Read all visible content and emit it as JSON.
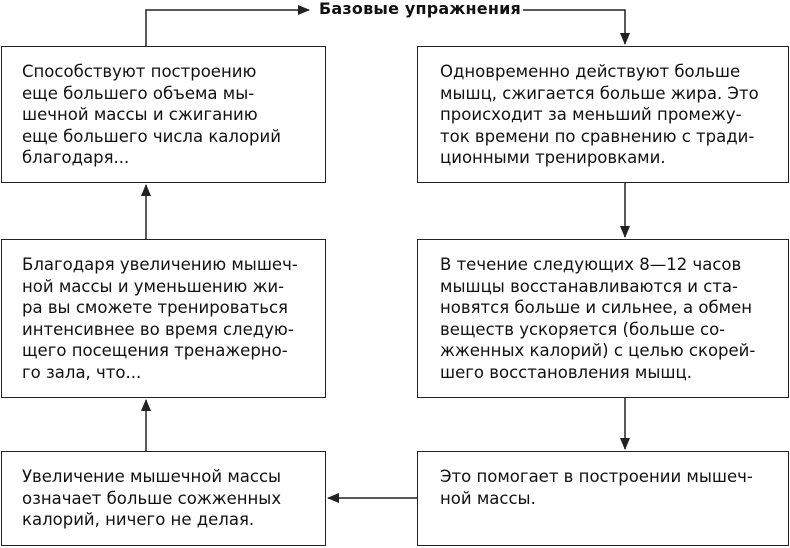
{
  "title": "Базовые упражнения",
  "boxes": {
    "left_top": "Способствуют построению\nеще большего объема мы-\nшечной массы и сжиганию\nеще большего числа калорий\nблагодаря...",
    "left_mid": "Благодаря увеличению мышеч-\nной массы и уменьшению жи-\nра вы сможете тренироваться\nинтенсивнее во время следую-\nщего посещения тренажерно-\nго зала, что...",
    "left_bottom": "Увеличение мышечной массы\nозначает больше сожженных\nкалорий, ничего не делая.",
    "right_top": "Одновременно действуют больше\nмышц, сжигается больше жира. Это\nпроисходит за меньший промежу-\nток времени по сравнению с тради-\nционными тренировками.",
    "right_mid": "В течение следующих 8—12 часов\nмышцы восстанавливаются и ста-\nновятся больше и сильнее, а обмен\nвеществ ускоряется (больше со-\nжженных калорий) с целью скорей-\nшего восстановления мышц.",
    "right_bottom": "Это помогает в построении мышеч-\nной массы."
  }
}
